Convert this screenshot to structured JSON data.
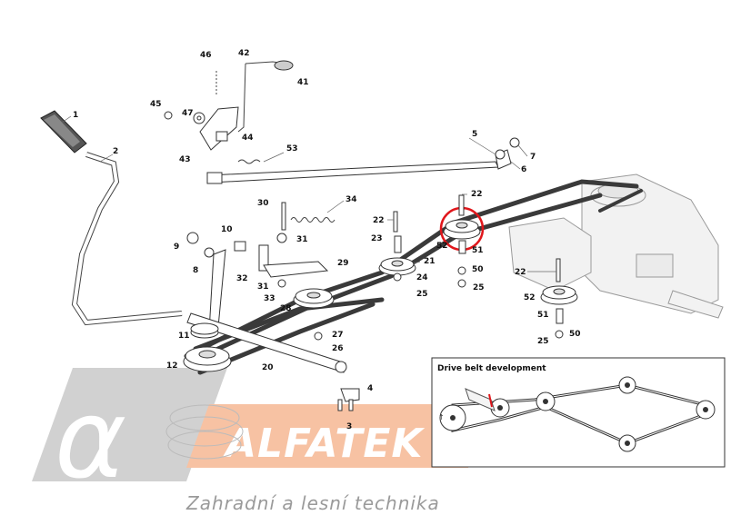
{
  "part_labels": [
    "1",
    "2",
    "3",
    "4",
    "5",
    "6",
    "7",
    "8",
    "9",
    "10",
    "11",
    "12",
    "20",
    "21",
    "22",
    "22",
    "22",
    "22",
    "23",
    "24",
    "25",
    "25",
    "25",
    "25",
    "26",
    "27",
    "28",
    "29",
    "30",
    "31",
    "31",
    "32",
    "33",
    "34",
    "41",
    "42",
    "43",
    "44",
    "45",
    "46",
    "47",
    "50",
    "50",
    "51",
    "51",
    "52",
    "52",
    "53"
  ],
  "inset": {
    "title": "Drive belt development"
  },
  "watermark": {
    "logo_glyph": "α",
    "brand": "ALFATEK",
    "tagline": "Zahradní a lesní technika"
  },
  "colors": {
    "highlight": "#e0161b",
    "logo_orange": "#f6b894",
    "logo_grey": "#c9c9c9",
    "belt": "#3a3a3a"
  }
}
